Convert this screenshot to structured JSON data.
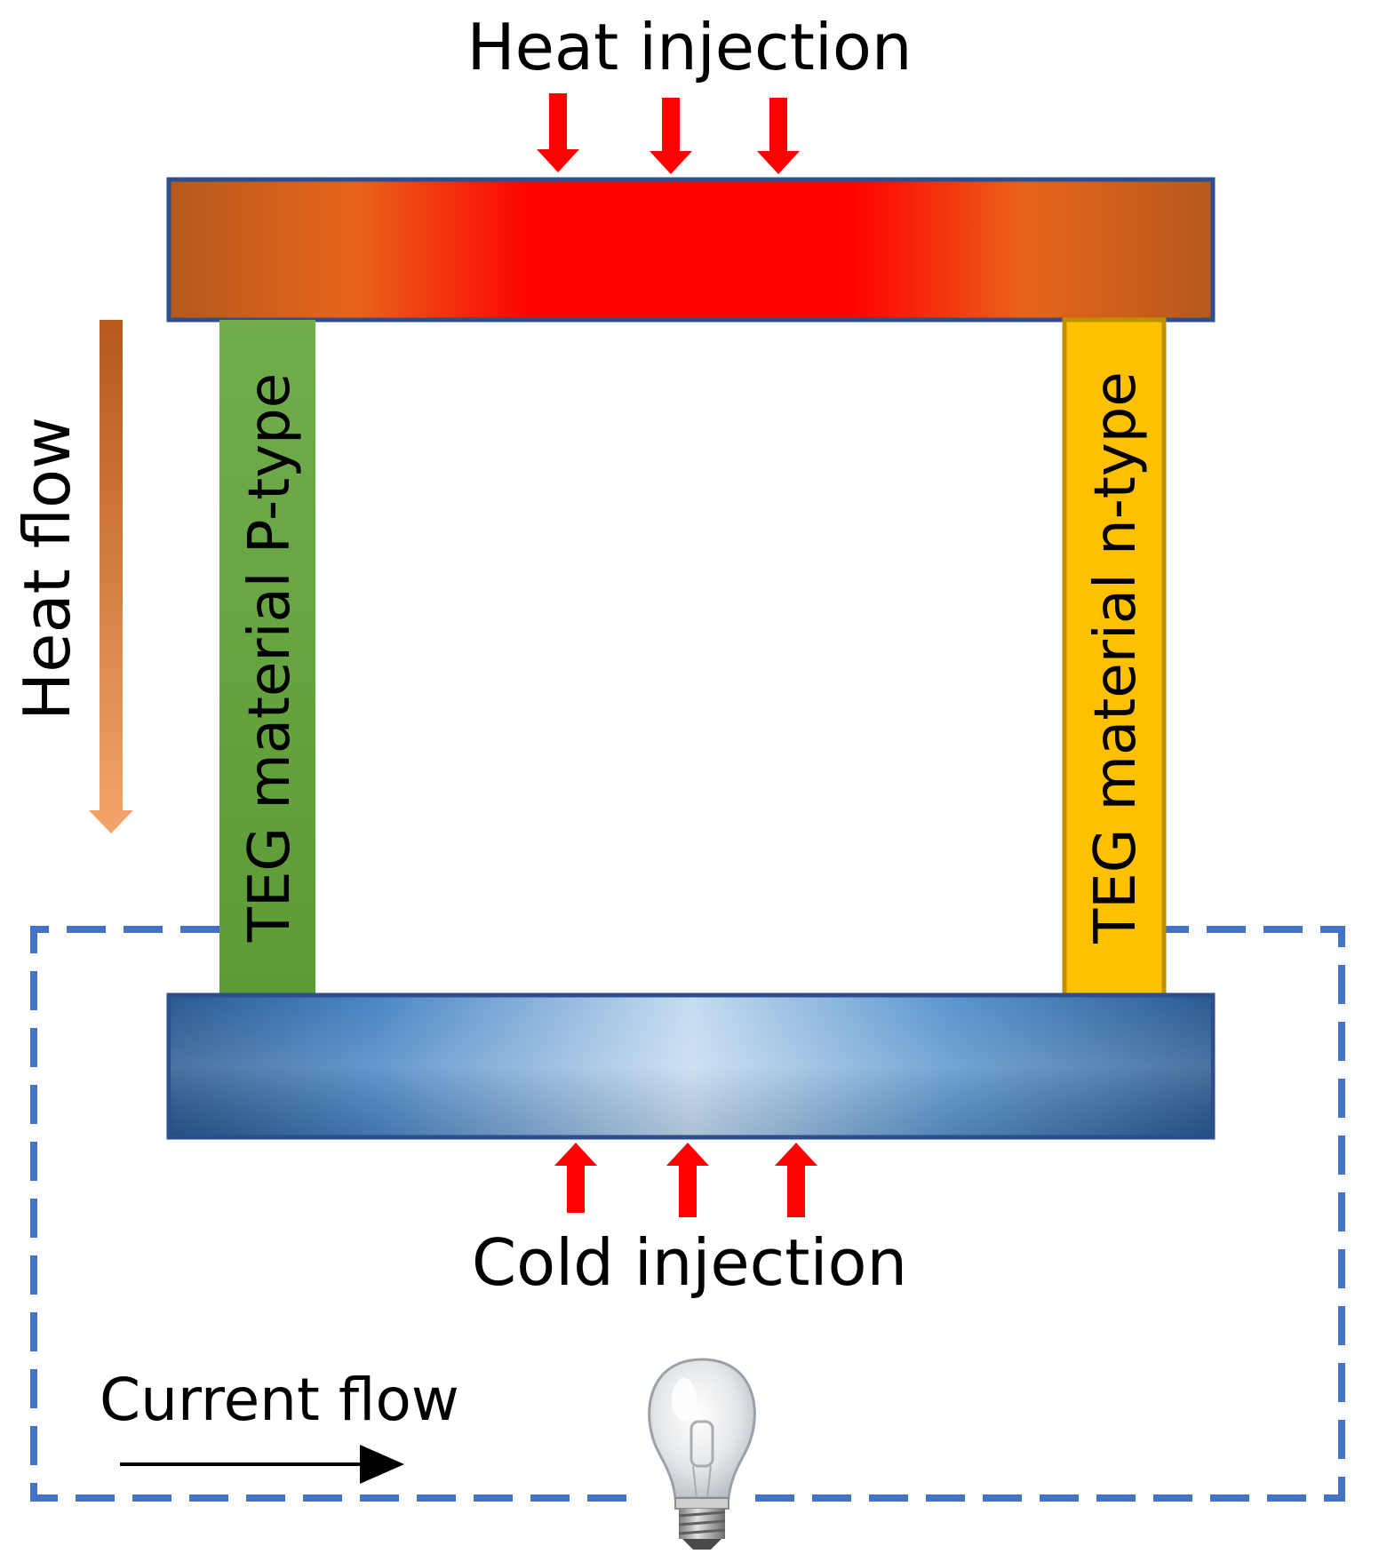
{
  "labels": {
    "heat_injection": "Heat injection",
    "heat_flow": "Heat flow",
    "p_type": "TEG material P-type",
    "n_type": "TEG material n-type",
    "cold_injection": "Cold injection",
    "current_flow": "Current flow"
  },
  "colors": {
    "hot_plate_center": "#ff0000",
    "hot_plate_mid": "#e8641a",
    "hot_plate_edge": "#b5591c",
    "plate_border": "#2e4f8f",
    "cold_plate_center": "#c5dcf1",
    "cold_plate_mid": "#5a95cd",
    "cold_plate_edge": "#2a5a90",
    "p_type_top": "#6fae4b",
    "p_type_bottom": "#5c9a35",
    "n_type_fill": "#ffc000",
    "n_type_border": "#bf9000",
    "heat_arrow": "#ff0000",
    "heat_flow_top": "#b5591c",
    "heat_flow_bottom": "#f4a46b",
    "circuit_dash": "#4472c4",
    "current_arrow": "#000000"
  },
  "icons": {
    "load": "light-bulb-icon"
  }
}
